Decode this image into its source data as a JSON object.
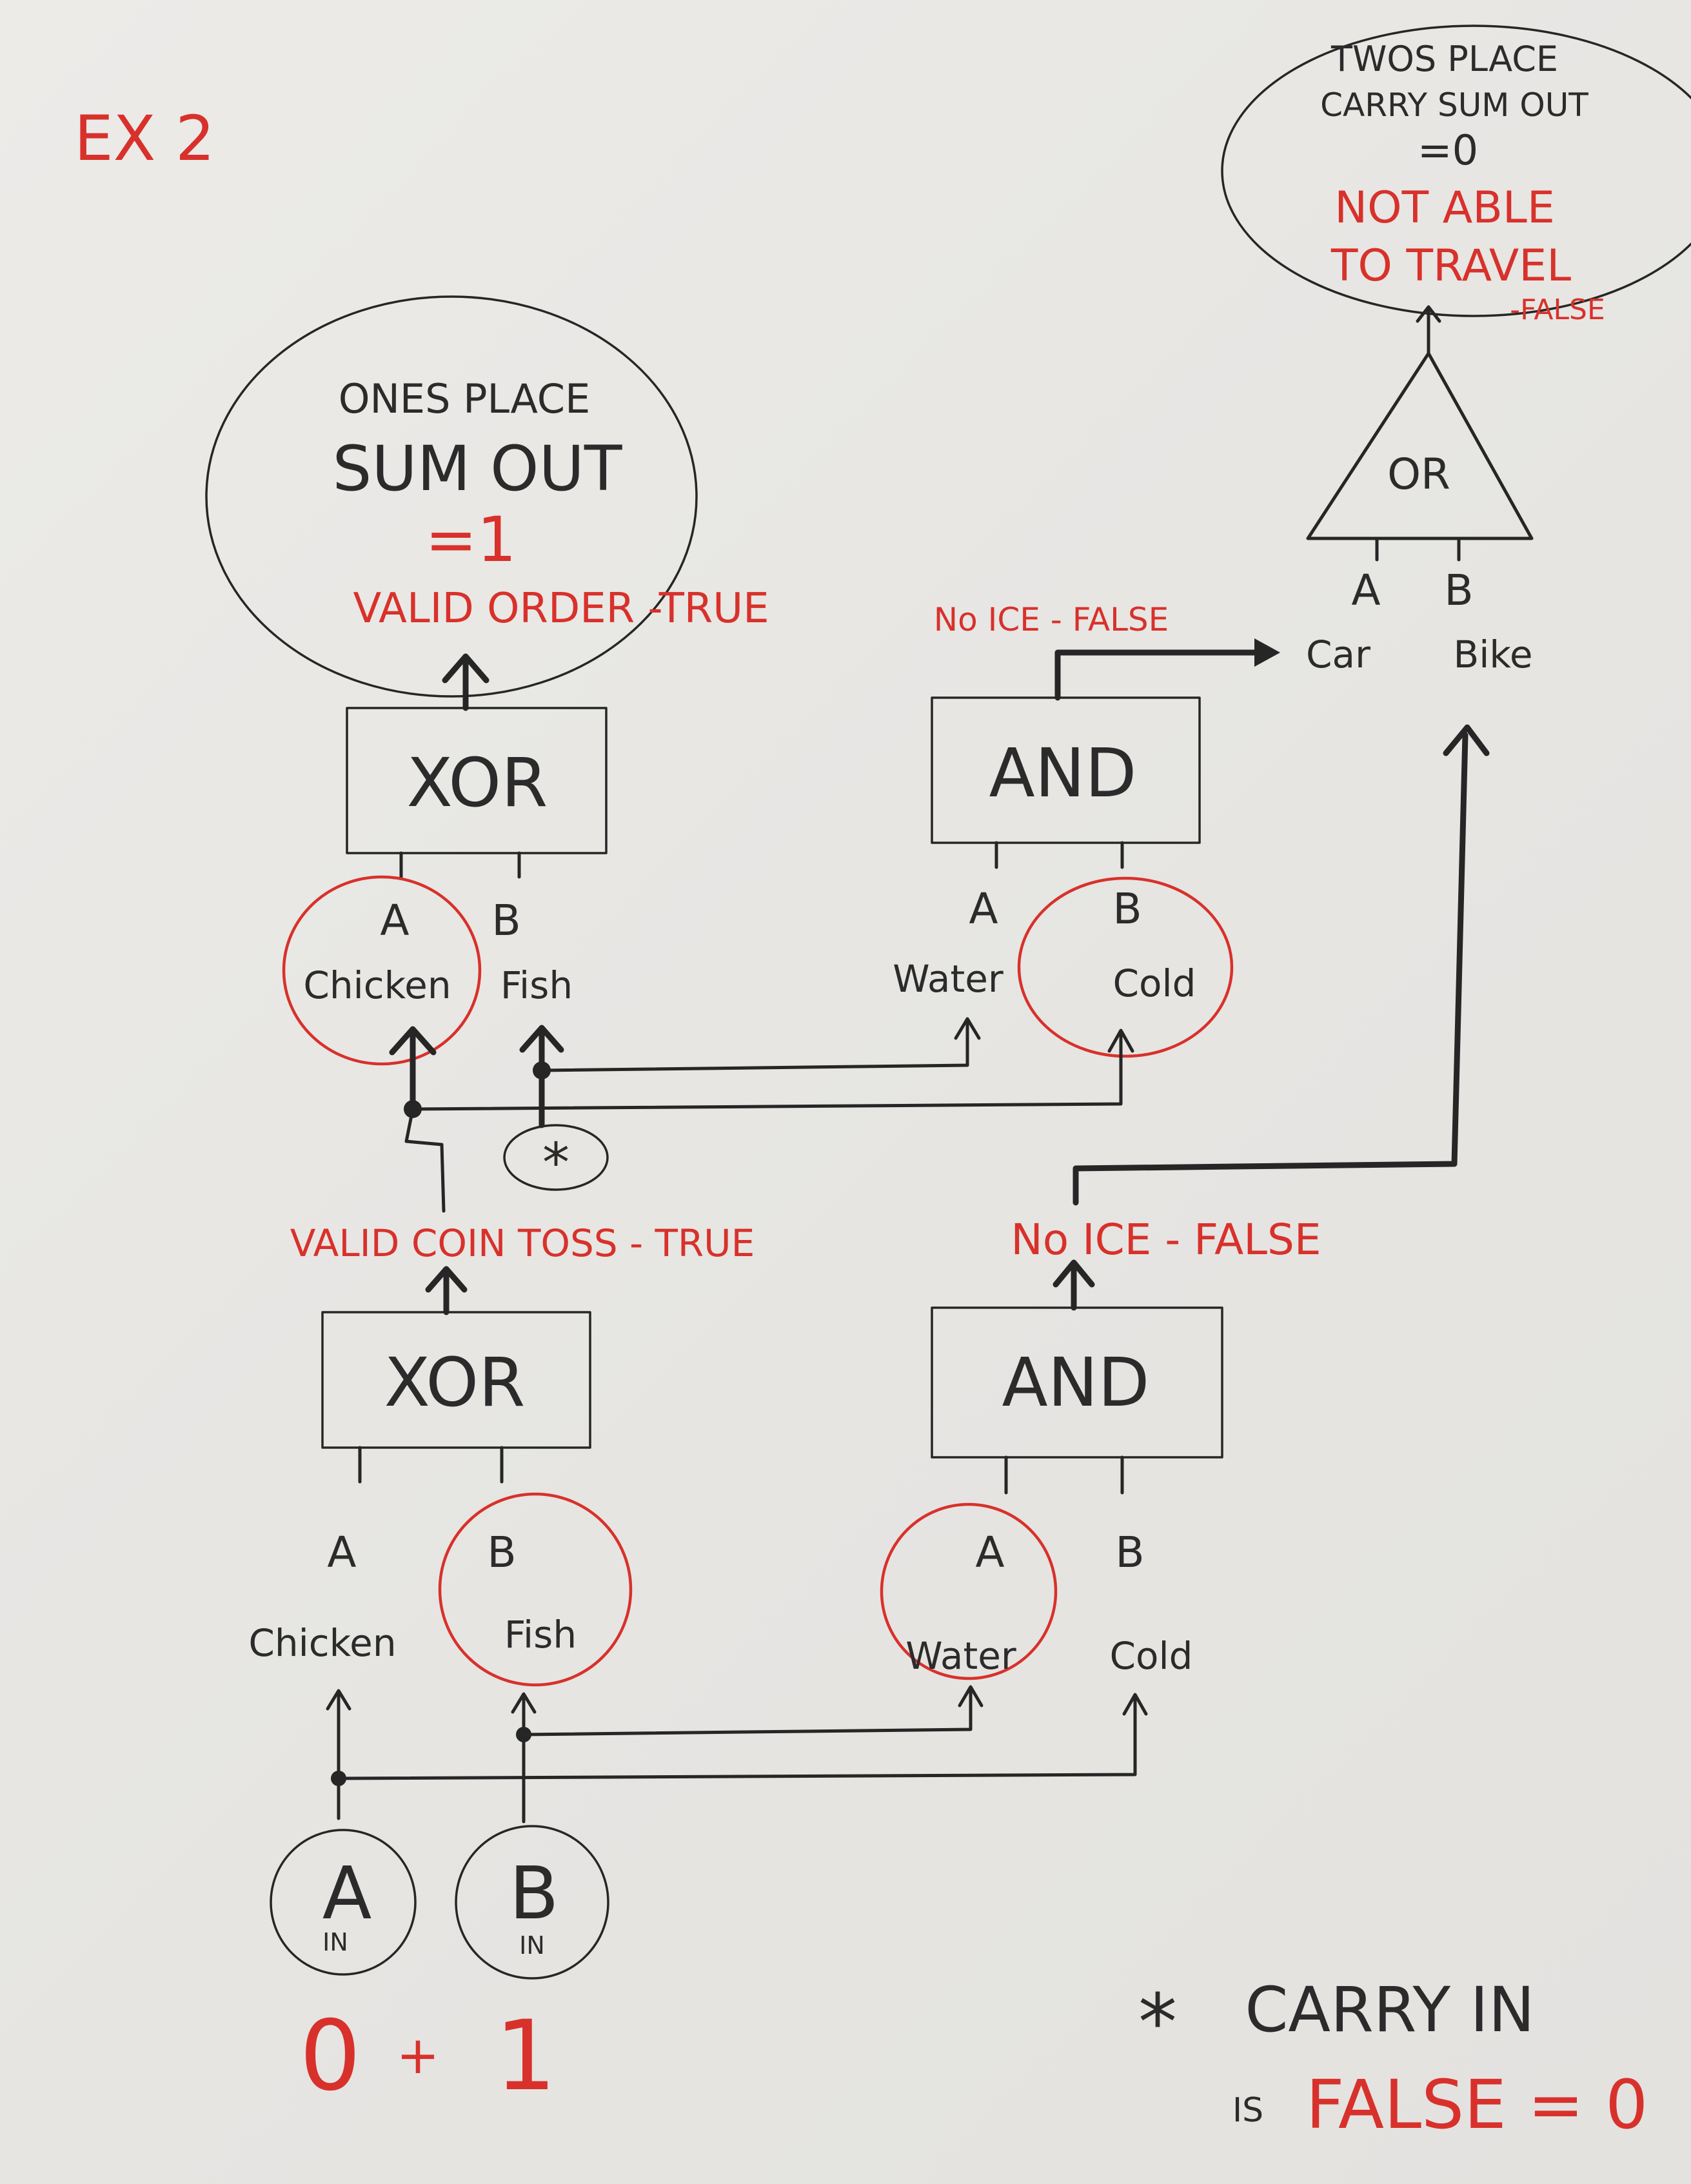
{
  "title": "EX 2",
  "ones_place": {
    "line1": "ONES PLACE",
    "line2": "SUM OUT",
    "value": "=1",
    "meaning": "VALID ORDER -TRUE"
  },
  "twos_place": {
    "line1": "TWOS PLACE",
    "line2": "CARRY SUM OUT",
    "value": "=0",
    "meaning1": "NOT ABLE",
    "meaning2": "TO TRAVEL",
    "meaning3": "-FALSE"
  },
  "gates": {
    "xor_top": "XOR",
    "and_top": "AND",
    "or_gate": "OR",
    "xor_bottom": "XOR",
    "and_bottom": "AND"
  },
  "pins": {
    "a": "A",
    "b": "B"
  },
  "inputs": {
    "chicken": "Chicken",
    "fish": "Fish",
    "water": "Water",
    "cold": "Cold",
    "car": "Car",
    "bike": "Bike"
  },
  "labels": {
    "valid_coin_toss": "VALID COIN TOSS - TRUE",
    "no_ice_bottom": "No ICE - FALSE",
    "no_ice_top": "No ICE - FALSE",
    "carry_symbol": "*"
  },
  "sources": {
    "a_letter": "A",
    "b_letter": "B",
    "in": "IN"
  },
  "equation": {
    "left": "0",
    "op": "+",
    "right": "1"
  },
  "footnote": {
    "star": "*",
    "line1": "CARRY IN",
    "line2_prefix": "IS",
    "line2_value": "FALSE = 0"
  },
  "colors": {
    "ink": "#262626",
    "red": "#d8312b",
    "paper": "#e8e7e4"
  }
}
